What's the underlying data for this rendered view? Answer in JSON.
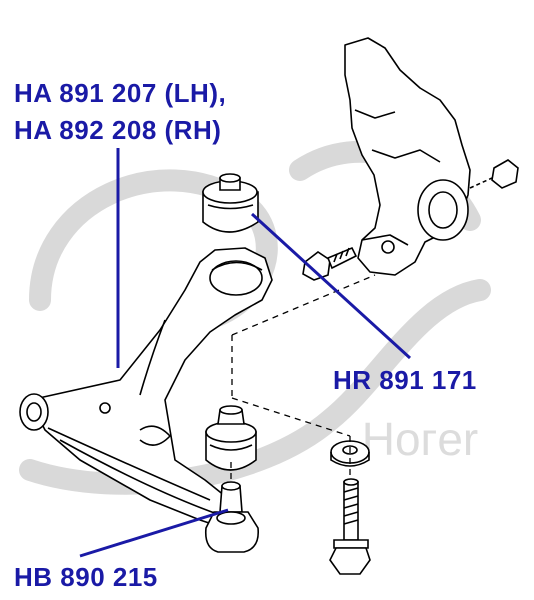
{
  "labels": {
    "control_arm_lh": "HA 891 207 (LH),",
    "control_arm_rh": "HA 892 208 (RH)",
    "rear_bushing": "HR 891 171",
    "ball_joint": "HB 890 215"
  },
  "watermark": {
    "text": "Hoгer",
    "color": "#d9d9d9"
  },
  "colors": {
    "label": "#1a1aa6",
    "leader": "#1a1aa6",
    "line_art": "#000000"
  }
}
